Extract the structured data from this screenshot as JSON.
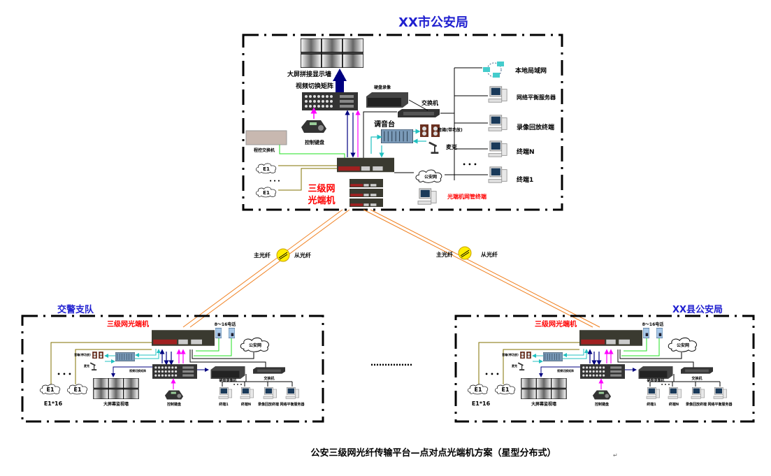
{
  "headquarters": {
    "title": "XX市公安局",
    "display_wall": "大屏拼接显示墙",
    "video_matrix": "视频切换矩阵",
    "dvr": "硬盘录像",
    "switch": "交换机",
    "control_keyboard": "控制键盘",
    "pbx": "程控交换机",
    "mixer": "调音台",
    "speakers": "音箱(带功放)",
    "mic": "麦克",
    "optical_terminal_line1": "三级网",
    "optical_terminal_line2": "光端机",
    "public_network": "公安网",
    "e1_a": "E1",
    "e1_b": "E1",
    "mgmt_terminal": "光端机网管终端",
    "lan": "本地局域网",
    "load_balancer": "网络平衡服务器",
    "playback_terminal": "录像回放终端",
    "terminal_n": "终端N",
    "terminal_1": "终端1",
    "ellipsis": "• • •"
  },
  "fibers": [
    {
      "main": "主光纤",
      "backup": "从光纤"
    },
    {
      "main": "主光纤",
      "backup": "从光纤"
    }
  ],
  "branches": [
    {
      "title": "交警支队",
      "optical_terminal": "三级网光端机",
      "phones": "8～16电话",
      "public_network": "公安网",
      "speakers": "音箱(带功放)",
      "mic": "麦克",
      "video_matrix": "视频切换矩阵",
      "display_wall": "大屏幕监视墙",
      "control_keyboard": "控制键盘",
      "dvr": "硬盘录像机",
      "switch": "交换机",
      "terminal_1": "终端1",
      "terminal_n": "终端N",
      "playback_terminal": "录像回放终端",
      "load_balancer": "网络平衡服务器",
      "e1_a": "E1",
      "e1_b": "E1",
      "e1_count": "E1*16",
      "ellipsis": "• • •"
    },
    {
      "title": "XX县公安局",
      "optical_terminal": "三级网光端机",
      "phones": "8～16电话",
      "public_network": "公安网",
      "speakers": "音箱(带功放)",
      "mic": "麦克",
      "video_matrix": "视频切换矩阵",
      "display_wall": "大屏幕监视墙",
      "control_keyboard": "控制键盘",
      "dvr": "硬盘录像机",
      "switch": "交换机",
      "terminal_1": "终端1",
      "terminal_n": "终端N",
      "playback_terminal": "录像回放终端",
      "load_balancer": "网络平衡服务器",
      "e1_a": "E1",
      "e1_b": "E1",
      "e1_count": "E1*16",
      "ellipsis": "• • •"
    }
  ],
  "between_branches": "……………",
  "caption": "公安三级网光纤传输平台—点对点光端机方案（星型分布式）",
  "caption_mark": "↵",
  "colors": {
    "fiber": "#f08020",
    "title_blue": "#2020d0",
    "red_label": "#ff0000",
    "video_arrow": "#000080",
    "magenta": "#ff00ff",
    "cyan": "#20c0c0",
    "green": "#20e020",
    "olive": "#807000"
  }
}
